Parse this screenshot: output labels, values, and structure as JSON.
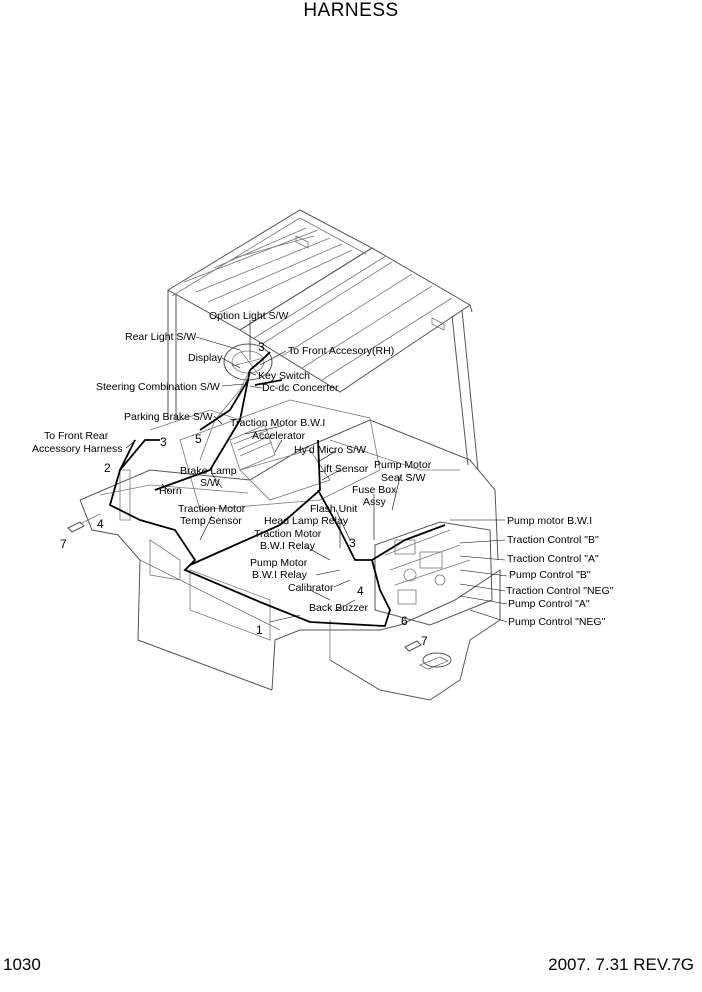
{
  "page": {
    "title": "HARNESS",
    "page_number": "1030",
    "revision": "2007. 7.31 REV.7G"
  },
  "labels": [
    {
      "id": "option-light-sw",
      "text": "Option Light S/W"
    },
    {
      "id": "rear-light-sw",
      "text": "Rear Light S/W"
    },
    {
      "id": "to-front-accesory-rh",
      "text": "To Front Accesory(RH)"
    },
    {
      "id": "display",
      "text": "Display"
    },
    {
      "id": "key-switch",
      "text": "Key Switch"
    },
    {
      "id": "steering-combination-sw",
      "text": "Steering Combination S/W"
    },
    {
      "id": "dc-dc-concerter",
      "text": "Dc-dc Concerter"
    },
    {
      "id": "parking-brake-sw",
      "text": "Parking Brake S/W"
    },
    {
      "id": "to-front-rear",
      "text": "To Front Rear"
    },
    {
      "id": "accessory-harness",
      "text": "Accessory Harness"
    },
    {
      "id": "traction-motor-bwi",
      "text": "Traction Motor B.W.I"
    },
    {
      "id": "accelerator",
      "text": "Accelerator"
    },
    {
      "id": "hyd-micro-sw",
      "text": "Hy'd Micro S/W"
    },
    {
      "id": "pump-motor-1",
      "text": "Pump Motor"
    },
    {
      "id": "lift-sensor",
      "text": "Lift Sensor"
    },
    {
      "id": "seat-sw",
      "text": "Seat S/W"
    },
    {
      "id": "brake-lamp",
      "text": "Brake Lamp"
    },
    {
      "id": "brake-lamp-sw",
      "text": "S/W"
    },
    {
      "id": "horn",
      "text": "Horn"
    },
    {
      "id": "fuse-box",
      "text": "Fuse Box"
    },
    {
      "id": "fuse-box-assy",
      "text": "Assy"
    },
    {
      "id": "flash-unit",
      "text": "Flash Unit"
    },
    {
      "id": "traction-motor-temp",
      "text": "Traction Motor"
    },
    {
      "id": "temp-sensor",
      "text": "Temp Sensor"
    },
    {
      "id": "pump-motor-bwi",
      "text": "Pump motor B.W.I"
    },
    {
      "id": "head-lamp-relay",
      "text": "Head Lamp Relay"
    },
    {
      "id": "traction-motor-relay",
      "text": "Traction Motor"
    },
    {
      "id": "bwi-relay-1",
      "text": "B.W.I Relay"
    },
    {
      "id": "traction-control-b",
      "text": "Traction Control \"B\""
    },
    {
      "id": "traction-control-a",
      "text": "Traction Control \"A\""
    },
    {
      "id": "pump-motor-relay",
      "text": "Pump Motor"
    },
    {
      "id": "bwi-relay-2",
      "text": "B.W.I Relay"
    },
    {
      "id": "pump-control-b",
      "text": "Pump Control \"B\""
    },
    {
      "id": "calibrator",
      "text": "Calibrator"
    },
    {
      "id": "traction-control-neg",
      "text": "Traction Control \"NEG\""
    },
    {
      "id": "pump-control-a",
      "text": "Pump Control \"A\""
    },
    {
      "id": "back-buzzer",
      "text": "Back Buzzer"
    },
    {
      "id": "pump-control-neg",
      "text": "Pump Control \"NEG\""
    }
  ],
  "callouts": [
    "3",
    "5",
    "2",
    "3",
    "4",
    "7",
    "3",
    "4",
    "1",
    "6",
    "7"
  ]
}
